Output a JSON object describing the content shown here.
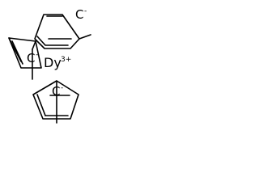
{
  "molecule": {
    "center_atom": "Dy",
    "center_charge": "3+",
    "rings": [
      {
        "anion_atom": "C",
        "charge": "-"
      },
      {
        "anion_atom": "C",
        "charge": "-"
      },
      {
        "anion_atom": "C",
        "charge": "-"
      }
    ]
  }
}
